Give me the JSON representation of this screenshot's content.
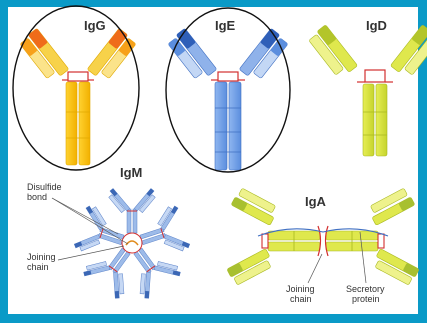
{
  "labels": {
    "igg": "IgG",
    "ige": "IgE",
    "igd": "IgD",
    "igm": "IgM",
    "iga": "IgA",
    "disulfide_line1": "Disulfide",
    "disulfide_line2": "bond",
    "joining_igm_line1": "Joining",
    "joining_igm_line2": "chain",
    "joining_iga_line1": "Joining",
    "joining_iga_line2": "chain",
    "secretory_line1": "Secretory",
    "secretory_line2": "protein"
  },
  "colors": {
    "frame": "#0a9ac7",
    "panel": "#ffffff",
    "igg_heavy": "#f5c518",
    "igg_light": "#f7a11a",
    "igg_tip": "#ef6c1a",
    "ige_heavy": "#7aa6e8",
    "ige_light": "#a9c6f2",
    "ige_tip": "#2f5fb8",
    "igd_heavy": "#dde64a",
    "igd_light": "#c9d93a",
    "igm": "#9dbbe9",
    "igm_tip": "#3b67b5",
    "iga": "#d7e23c",
    "iga_tip": "#a8c030",
    "bond": "#d32f2f",
    "outline": "#111111"
  }
}
